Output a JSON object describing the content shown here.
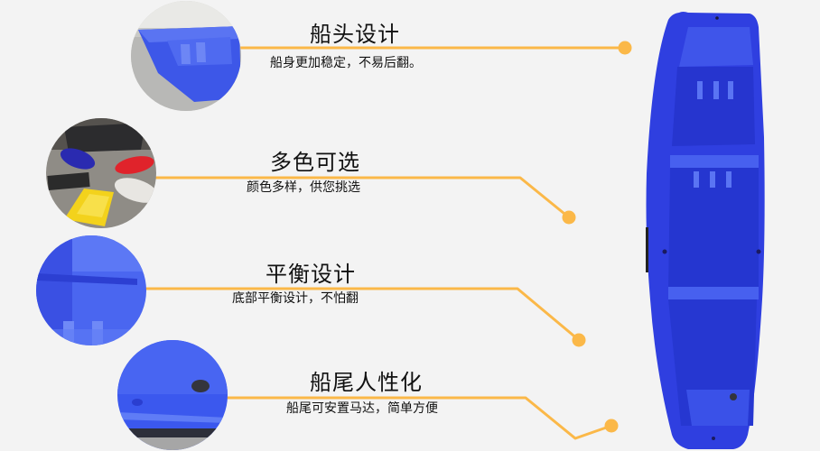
{
  "colors": {
    "background": "#f3f3f3",
    "accent_line": "#fbb848",
    "boat_blue": "#2b3fe0",
    "text": "#111111"
  },
  "features": [
    {
      "title": "船头设计",
      "desc": "船身更加稳定，不易后翻。",
      "photo": "bow-closeup-photo"
    },
    {
      "title": "多色可选",
      "desc": "颜色多样，供您挑选",
      "photo": "multicolor-boats-photo"
    },
    {
      "title": "平衡设计",
      "desc": "底部平衡设计，不怕翻",
      "photo": "floor-balance-photo"
    },
    {
      "title": "船尾人性化",
      "desc": "船尾可安置马达，简单方便",
      "photo": "stern-motor-mount-photo"
    }
  ],
  "product": {
    "image": "blue-plastic-rowboat-top-view"
  }
}
